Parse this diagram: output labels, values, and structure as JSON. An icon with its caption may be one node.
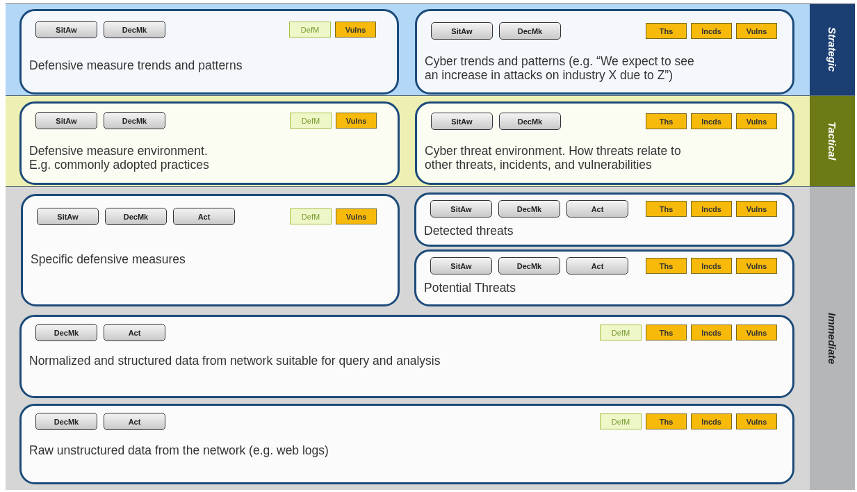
{
  "diagram": {
    "nodes": [
      {
        "text": [
          "Strategic"
        ]
      },
      {
        "text": [
          "Defensive measure trends and patterns"
        ],
        "in": 0
      },
      {
        "text": [
          "SitAw"
        ],
        "in": 1
      },
      {
        "text": [
          "DecMk"
        ],
        "in": 1
      },
      {
        "text": [
          "DefM"
        ],
        "in": 1
      },
      {
        "text": [
          "Vulns"
        ],
        "in": 1
      },
      {
        "text": [
          "Cyber trends and patterns (e.g. “We expect to see an increase in attacks on industry X due to Z”)"
        ],
        "in": 0
      },
      {
        "text": [
          "SitAw"
        ],
        "in": 6
      },
      {
        "text": [
          "DecMk"
        ],
        "in": 6
      },
      {
        "text": [
          "Ths"
        ],
        "in": 6
      },
      {
        "text": [
          "Incds"
        ],
        "in": 6
      },
      {
        "text": [
          "Vulns"
        ],
        "in": 6
      },
      {
        "text": [
          "Tactical"
        ]
      },
      {
        "text": [
          "Defensive measure environment. E.g. commonly adopted practices"
        ],
        "in": 12
      },
      {
        "text": [
          "SitAw"
        ],
        "in": 13
      },
      {
        "text": [
          "DecMk"
        ],
        "in": 13
      },
      {
        "text": [
          "DefM"
        ],
        "in": 13
      },
      {
        "text": [
          "Vulns"
        ],
        "in": 13
      },
      {
        "text": [
          "Cyber threat environment. How threats relate to other threats, incidents, and vulnerabilities"
        ],
        "in": 12
      },
      {
        "text": [
          "SitAw"
        ],
        "in": 18
      },
      {
        "text": [
          "DecMk"
        ],
        "in": 18
      },
      {
        "text": [
          "Ths"
        ],
        "in": 18
      },
      {
        "text": [
          "Incds"
        ],
        "in": 18
      },
      {
        "text": [
          "Vulns"
        ],
        "in": 18
      },
      {
        "text": [
          "Immediate"
        ]
      },
      {
        "text": [
          "Specific defensive measures"
        ],
        "in": 24
      },
      {
        "text": [
          "SitAw"
        ],
        "in": 25
      },
      {
        "text": [
          "DecMk"
        ],
        "in": 25
      },
      {
        "text": [
          "Act"
        ],
        "in": 25
      },
      {
        "text": [
          "DefM"
        ],
        "in": 25
      },
      {
        "text": [
          "Vulns"
        ],
        "in": 25
      },
      {
        "text": [
          "Detected threats"
        ],
        "in": 24
      },
      {
        "text": [
          "SitAw"
        ],
        "in": 31
      },
      {
        "text": [
          "DecMk"
        ],
        "in": 31
      },
      {
        "text": [
          "Act"
        ],
        "in": 31
      },
      {
        "text": [
          "Ths"
        ],
        "in": 31
      },
      {
        "text": [
          "Incds"
        ],
        "in": 31
      },
      {
        "text": [
          "Vulns"
        ],
        "in": 31
      },
      {
        "text": [
          "Potential Threats"
        ],
        "in": 24
      },
      {
        "text": [
          "SitAw"
        ],
        "in": 38
      },
      {
        "text": [
          "DecMk"
        ],
        "in": 38
      },
      {
        "text": [
          "Act"
        ],
        "in": 38
      },
      {
        "text": [
          "Ths"
        ],
        "in": 38
      },
      {
        "text": [
          "Incds"
        ],
        "in": 38
      },
      {
        "text": [
          "Vulns"
        ],
        "in": 38
      },
      {
        "text": [
          "Normalized and structured data from network suitable for query and analysis"
        ],
        "in": 24
      },
      {
        "text": [
          "DecMk"
        ],
        "in": 45
      },
      {
        "text": [
          "Act"
        ],
        "in": 45
      },
      {
        "text": [
          "DefM"
        ],
        "in": 45
      },
      {
        "text": [
          "Ths"
        ],
        "in": 45
      },
      {
        "text": [
          "Incds"
        ],
        "in": 45
      },
      {
        "text": [
          "Vulns"
        ],
        "in": 45
      },
      {
        "text": [
          "Raw unstructured data from the network (e.g. web logs)"
        ],
        "in": 24
      },
      {
        "text": [
          "DecMk"
        ],
        "in": 52
      },
      {
        "text": [
          "Act"
        ],
        "in": 52
      },
      {
        "text": [
          "DefM"
        ],
        "in": 52
      },
      {
        "text": [
          "Ths"
        ],
        "in": 52
      },
      {
        "text": [
          "Incds"
        ],
        "in": 52
      },
      {
        "text": [
          "Vulns"
        ],
        "in": 52
      }
    ]
  }
}
